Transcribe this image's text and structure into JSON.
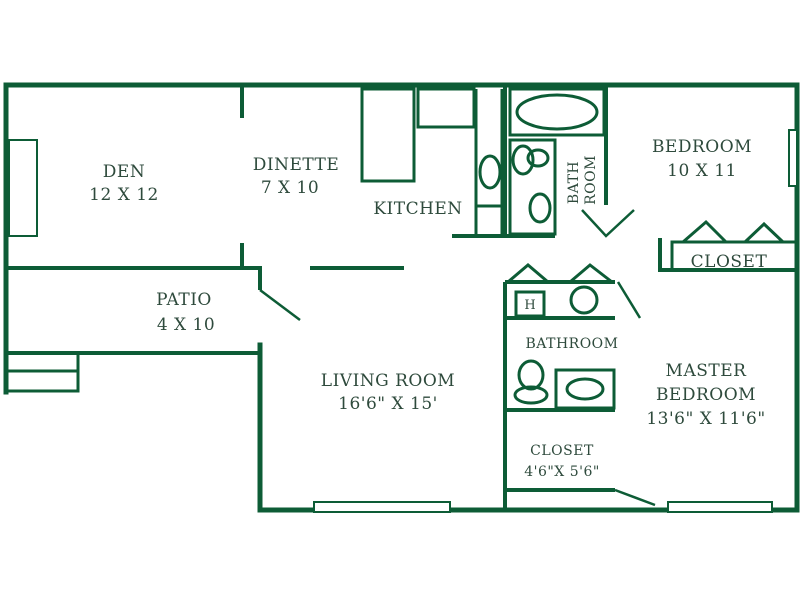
{
  "colors": {
    "wall": "#0d5c36",
    "fixture": "#0d5c36",
    "text": "#2e4a3c",
    "background": "#ffffff"
  },
  "rooms": {
    "den": {
      "name": "DEN",
      "size": "12 X 12"
    },
    "dinette": {
      "name": "DINETTE",
      "size": "7 X 10"
    },
    "kitchen": {
      "name": "KITCHEN"
    },
    "bath_room": {
      "line1": "BATH",
      "line2": "ROOM"
    },
    "bedroom": {
      "name": "BEDROOM",
      "size": "10 X 11"
    },
    "bedroom_closet": {
      "name": "CLOSET"
    },
    "patio": {
      "name": "PATIO",
      "size": "4 X 10"
    },
    "hamper": {
      "name": "H"
    },
    "bathroom": {
      "name": "BATHROOM"
    },
    "living_room": {
      "name": "LIVING ROOM",
      "size": "16'6\" X 15'"
    },
    "master_bedroom": {
      "line1": "MASTER",
      "line2": "BEDROOM",
      "size": "13'6\" X 11'6\""
    },
    "master_closet": {
      "name": "CLOSET",
      "size": "4'6\"X 5'6\""
    }
  }
}
